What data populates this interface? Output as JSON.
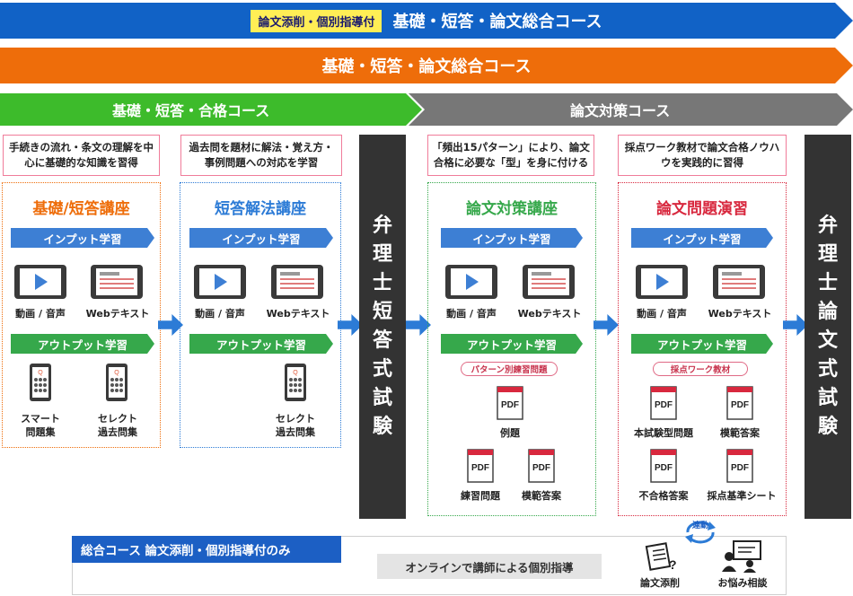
{
  "banners": {
    "top_tag": "論文添削・個別指導付",
    "top_title": "基礎・短答・論文総合コース",
    "second_title": "基礎・短答・論文総合コース",
    "green_title": "基礎・短答・合格コース",
    "gray_title": "論文対策コース"
  },
  "descriptions": [
    "手続きの流れ・条文の理解を中心に基礎的な知識を習得",
    "過去問を題材に解法・覚え方・事例問題への対応を学習",
    "「頻出15パターン」により、論文合格に必要な「型」を身に付ける",
    "採点ワーク教材で論文合格ノウハウを実践的に習得"
  ],
  "courses": [
    {
      "title": "基礎/短答講座",
      "input_label": "インプット学習",
      "input_items": [
        "動画 / 音声",
        "Webテキスト"
      ],
      "output_label": "アウトプット学習",
      "output_items": [
        "スマート\n問題集",
        "セレクト\n過去問集"
      ]
    },
    {
      "title": "短答解法講座",
      "input_label": "インプット学習",
      "input_items": [
        "動画 / 音声",
        "Webテキスト"
      ],
      "output_label": "アウトプット学習",
      "output_items": [
        "セレクト\n過去問集"
      ]
    },
    {
      "title": "論文対策講座",
      "input_label": "インプット学習",
      "input_items": [
        "動画 / 音声",
        "Webテキスト"
      ],
      "output_label": "アウトプット学習",
      "pill": "パターン別練習問題",
      "output_items": [
        "例題",
        "練習問題",
        "模範答案"
      ]
    },
    {
      "title": "論文問題演習",
      "input_label": "インプット学習",
      "input_items": [
        "動画 / 音声",
        "Webテキスト"
      ],
      "output_label": "アウトプット学習",
      "pill": "採点ワーク教材",
      "output_items": [
        "本試験型問題",
        "模範答案",
        "不合格答案",
        "採点基準シート"
      ]
    }
  ],
  "exams": {
    "short": "弁理士短答式試験",
    "essay": "弁理士論文式試験"
  },
  "bottom": {
    "tag": "総合コース 論文添削・個別指導付のみ",
    "online": "オンラインで講師による個別指導",
    "link_label": "連動",
    "items": [
      "論文添削",
      "お悩み相談"
    ]
  },
  "icons": {
    "pdf_text": "PDF",
    "phone_badge": "Q"
  },
  "colors": {
    "blue": "#1162c6",
    "orange": "#ee6d0a",
    "green": "#3dbb2b",
    "gray": "#777777",
    "course1": "#ee6d0a",
    "course2": "#2c7bd6",
    "course3": "#36a84b",
    "course4": "#d8283e"
  }
}
